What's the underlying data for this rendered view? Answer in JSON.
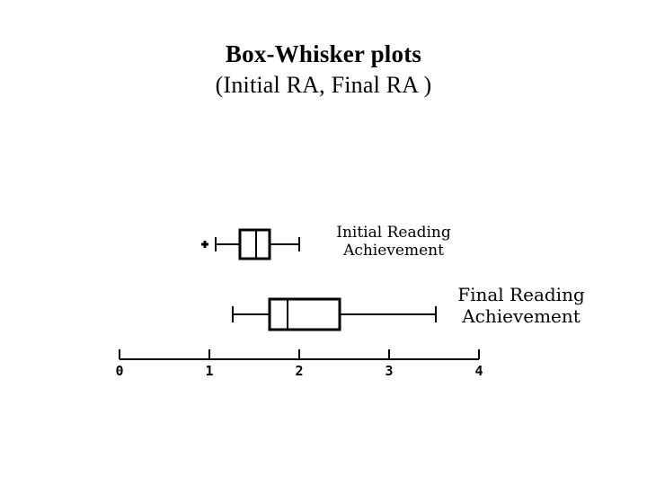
{
  "title": {
    "line1": "Box-Whisker plots",
    "line2": "(Initial RA, Final RA )"
  },
  "labels": {
    "initial": {
      "line1": "Initial Reading",
      "line2": "Achievement"
    },
    "final": {
      "line1": "Final Reading",
      "line2": "Achievement"
    }
  },
  "axis": {
    "ticks": [
      "0",
      "1",
      "2",
      "3",
      "4"
    ],
    "min": 0,
    "max": 4
  },
  "colors": {
    "ink": "#000000",
    "background": "#ffffff"
  },
  "chart_data": {
    "type": "box",
    "title": "Box-Whisker plots (Initial RA, Final RA )",
    "xlabel": "",
    "ylabel": "",
    "orientation": "horizontal",
    "xlim": [
      0,
      4
    ],
    "xticks": [
      0,
      1,
      2,
      3,
      4
    ],
    "xticklabels": [
      "0",
      "1",
      "2",
      "3",
      "4"
    ],
    "grid": false,
    "legend": "none",
    "categories": [
      "Initial Reading Achievement",
      "Final Reading Achievement"
    ],
    "boxes": [
      {
        "name": "Initial Reading Achievement",
        "whisker_low": 1.07,
        "q1": 1.34,
        "median": 1.52,
        "q3": 1.67,
        "whisker_high": 2.0,
        "outliers": [
          0.95
        ]
      },
      {
        "name": "Final Reading Achievement",
        "whisker_low": 1.26,
        "q1": 1.67,
        "median": 1.87,
        "q3": 2.45,
        "whisker_high": 3.52,
        "outliers": []
      }
    ]
  }
}
